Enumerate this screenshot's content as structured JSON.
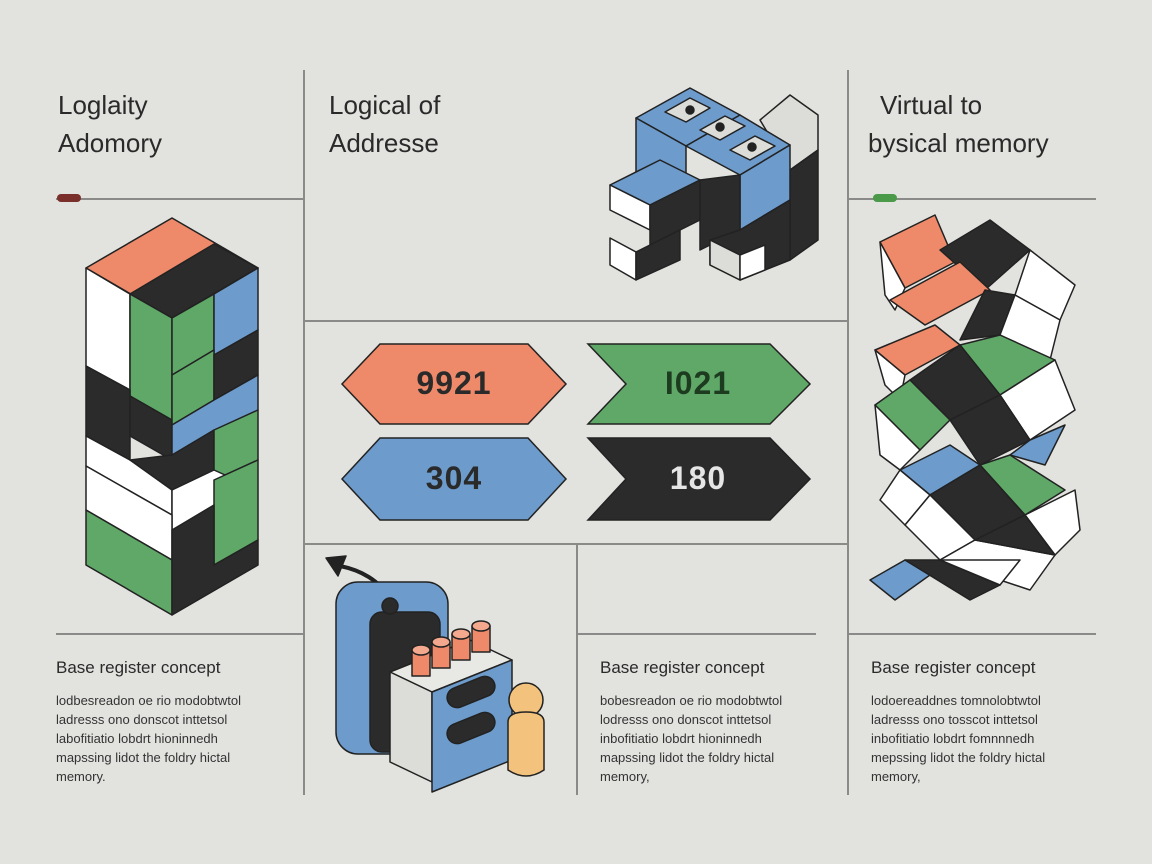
{
  "panels": {
    "left": {
      "title": "Loglaity\nAdomory",
      "caption_title": "Base register concept",
      "caption_body": "lodbesreadon oe rio modobtwtol\nladresss ono donscot inttetsol\nlabofitiatio lobdrt hioninnedh\nmapssing lidot the foldry hictal\nmemory."
    },
    "middle": {
      "title": "Logical of\nAddresse",
      "caption_title": "Base register  concept",
      "caption_body": "bobesreadon oe rio modobtwtol\nlodresss ono donscot inttetsol\ninbofitiatio lobdrt hioninnedh\nmapssing lidot the foldry hictal\nmemory,"
    },
    "right": {
      "title": "Virtual to\nbysical memory",
      "caption_title": "Base register  concept",
      "caption_body": "lodoereaddnes tomnolobtwtol\nladresss ono tosscot inttetsol\ninbofitiatio lobdrt fomnnnedh\nmepssing lidot the foldry hictal\nmemory,"
    }
  },
  "badges": [
    {
      "label": "9921",
      "color": "#ee8a6a"
    },
    {
      "label": "I021",
      "color": "#5fa868"
    },
    {
      "label": "304",
      "color": "#6c9bcc"
    },
    {
      "label": "180",
      "color": "#2b2b2b"
    }
  ],
  "colors": {
    "orange": "#ee8a6a",
    "green": "#5fa868",
    "blue": "#6c9bcc",
    "black": "#2b2b2b",
    "white": "#ffffff",
    "red_marker": "#7a2f2a",
    "green_marker": "#4a9a4a"
  },
  "icons": [
    "isometric-block-stack-icon",
    "isometric-connector-icon",
    "isometric-zigzag-stack-icon",
    "memory-device-icon",
    "person-figure-icon",
    "arrow-icon"
  ]
}
